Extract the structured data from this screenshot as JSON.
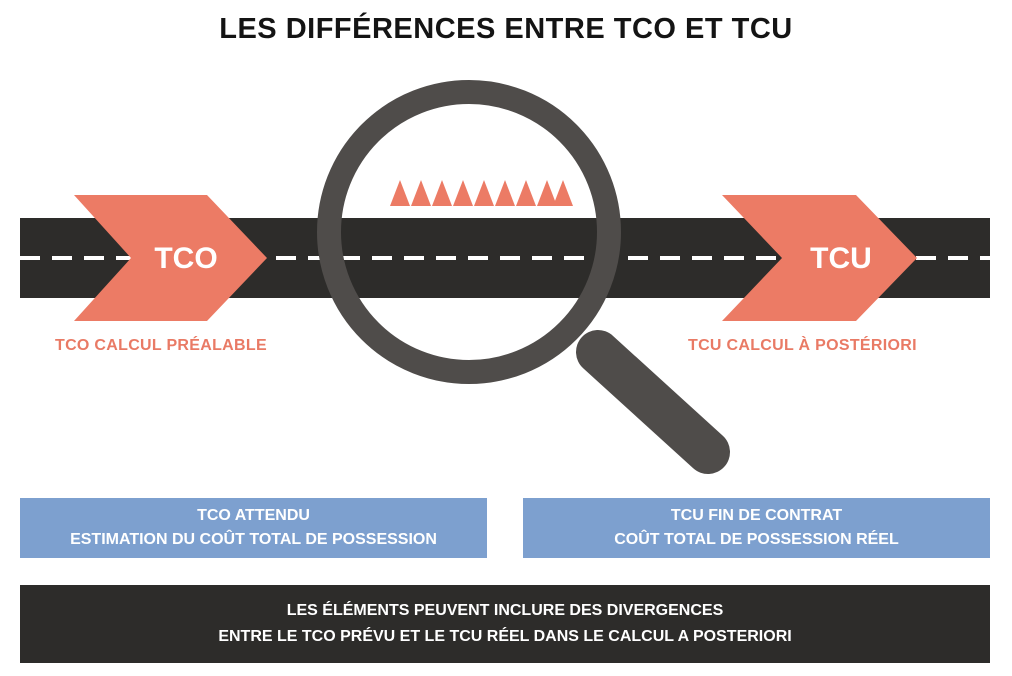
{
  "title": "LES DIFFÉRENCES ENTRE TCO ET TCU",
  "left_chevron": {
    "label": "TCO",
    "caption": "TCO CALCUL PRÉALABLE"
  },
  "right_chevron": {
    "label": "TCU",
    "caption": "TCU CALCUL À POSTÉRIORI"
  },
  "left_box": {
    "line1": "TCO ATTENDU",
    "line2": "ESTIMATION DU COÛT TOTAL DE POSSESSION"
  },
  "right_box": {
    "line1": "TCU FIN DE CONTRAT",
    "line2": "COÛT TOTAL DE POSSESSION RÉEL"
  },
  "bottom_box": {
    "line1": "LES ÉLÉMENTS PEUVENT INCLURE DES DIVERGENCES",
    "line2": "ENTRE LE TCO PRÉVU ET LE TCU RÉEL DANS LE CALCUL A POSTERIORI"
  },
  "colors": {
    "road": "#2d2c2a",
    "accent": "#ec7b65",
    "magnifier": "#4f4c4a",
    "box_blue": "#7da0cf",
    "dark_box": "#2d2c2a"
  },
  "icons": {
    "magnifier": "magnifying-glass-icon",
    "spikes": "triangle-spikes-icon"
  }
}
